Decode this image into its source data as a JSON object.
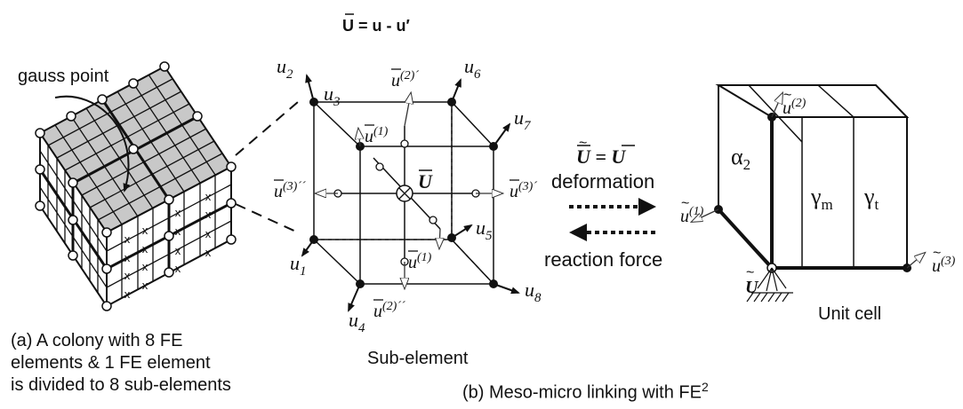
{
  "equation_top": "U = u - u′",
  "labels": {
    "gauss_point": "gauss point",
    "sub_element": "Sub-element",
    "unit_cell": "Unit cell",
    "deformation": "deformation",
    "reaction_force": "reaction force"
  },
  "captions": {
    "a_line1": "(a)  A colony with 8 FE",
    "a_line2": "elements & 1 FE element",
    "a_line3": "is divided to 8 sub-elements",
    "b_prefix": "(b) Meso-micro linking with FE",
    "b_sup": "2"
  },
  "nodes": {
    "u1": "u",
    "u1_sub": "1",
    "u2": "u",
    "u2_sub": "2",
    "u3": "u",
    "u3_sub": "3",
    "u4": "u",
    "u4_sub": "4",
    "u5": "u",
    "u5_sub": "5",
    "u6": "u",
    "u6_sub": "6",
    "u7": "u",
    "u7_sub": "7",
    "u8": "u",
    "u8_sub": "8"
  },
  "sub_disp": {
    "u_1": "u",
    "u_1_sup": "(1)",
    "u_1p": "u",
    "u_1p_sup": "(1)",
    "u_2p": "u",
    "u_2p_sup": "(2)´",
    "u_2pp": "u",
    "u_2pp_sup": "(2)´´",
    "u_3p": "u",
    "u_3p_sup": "(3)´",
    "u_3pp": "u",
    "u_3pp_sup": "(3)´´",
    "U_center": "U"
  },
  "unit_cell": {
    "equal": "U  = U",
    "alpha": "α",
    "alpha_sub": "2",
    "gamma_m": "γ",
    "gamma_m_sub": "m",
    "gamma_t": "γ",
    "gamma_t_sub": "t",
    "u1": "u",
    "u1_sup": "(1)",
    "u2": "u",
    "u2_sup": "(2)",
    "u3": "u",
    "u3_sup": "(3)",
    "U": "U"
  },
  "cell_mark": "x"
}
